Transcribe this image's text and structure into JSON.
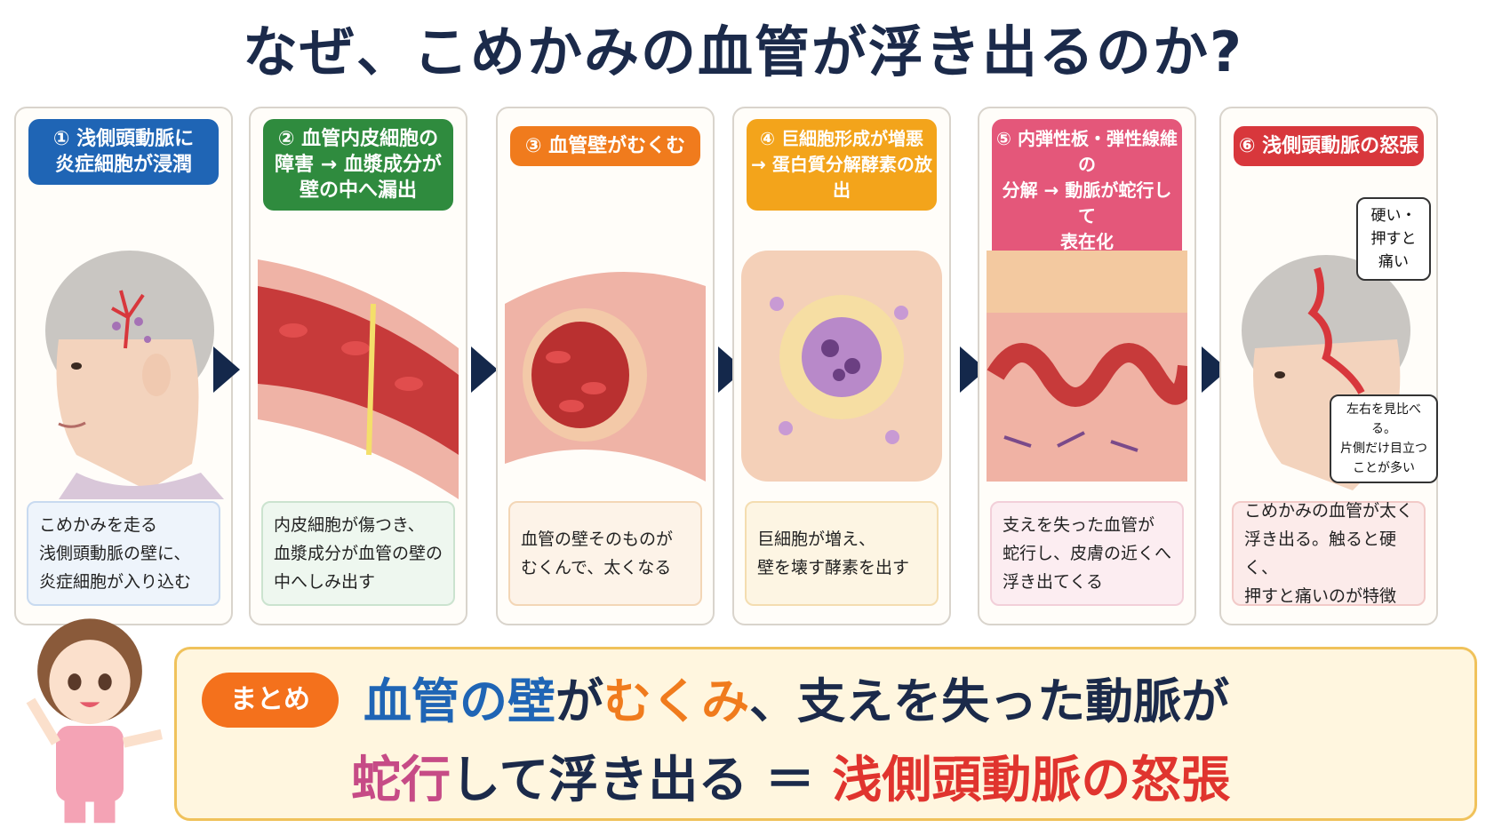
{
  "title": "なぜ、こめかみの血管が浮き出るのか?",
  "colors": {
    "step1": "#1f65b5",
    "step2": "#2f8b3e",
    "step3": "#f07b1d",
    "step4": "#f3a41b",
    "step5": "#e4577a",
    "step6": "#d8373c",
    "navy": "#14284b"
  },
  "steps": [
    {
      "head_l1": "① 浅側頭動脈に",
      "head_l2": "炎症細胞が浸潤",
      "head_l3": "",
      "desc_l1": "こめかみを走る",
      "desc_l2": "浅側頭動脈の壁に、",
      "desc_l3": "炎症細胞が入り込む"
    },
    {
      "head_l1": "② 血管内皮細胞の",
      "head_l2": "障害 → 血漿成分が",
      "head_l3": "壁の中へ漏出",
      "desc_l1": "内皮細胞が傷つき、",
      "desc_l2": "血漿成分が血管の壁の",
      "desc_l3": "中へしみ出す"
    },
    {
      "head_l1": "③ 血管壁がむくむ",
      "head_l2": "",
      "head_l3": "",
      "desc_l1": "血管の壁そのものが",
      "desc_l2": "むくんで、太くなる",
      "desc_l3": ""
    },
    {
      "head_l1": "④ 巨細胞形成が増悪",
      "head_l2": "→ 蛋白質分解酵素の放出",
      "head_l3": "",
      "desc_l1": "巨細胞が増え、",
      "desc_l2": "壁を壊す酵素を出す",
      "desc_l3": ""
    },
    {
      "head_l1": "⑤ 内弾性板・弾性線維の",
      "head_l2": "分解 → 動脈が蛇行して",
      "head_l3": "表在化",
      "desc_l1": "支えを失った血管が",
      "desc_l2": "蛇行し、皮膚の近くへ",
      "desc_l3": "浮き出てくる"
    },
    {
      "head_l1": "⑥ 浅側頭動脈の怒張",
      "head_l2": "",
      "head_l3": "",
      "desc_l1": "こめかみの血管が太く",
      "desc_l2": "浮き出る。触ると硬く、",
      "desc_l3": "押すと痛いのが特徴"
    }
  ],
  "bubble_top": {
    "l1": "硬い・",
    "l2": "押すと",
    "l3": "痛い"
  },
  "bubble_bottom": {
    "l1": "左右を見比べる。",
    "l2": "片側だけ目立つ",
    "l3": "ことが多い"
  },
  "summary": {
    "badge": "まとめ",
    "l1_a": "血管の壁",
    "l1_b": "が",
    "l1_c": "むくみ",
    "l1_d": "、支えを失った動脈が",
    "l2_a": "蛇行",
    "l2_b": "して浮き出る ＝ ",
    "l2_c": "浅側頭動脈の怒張"
  }
}
